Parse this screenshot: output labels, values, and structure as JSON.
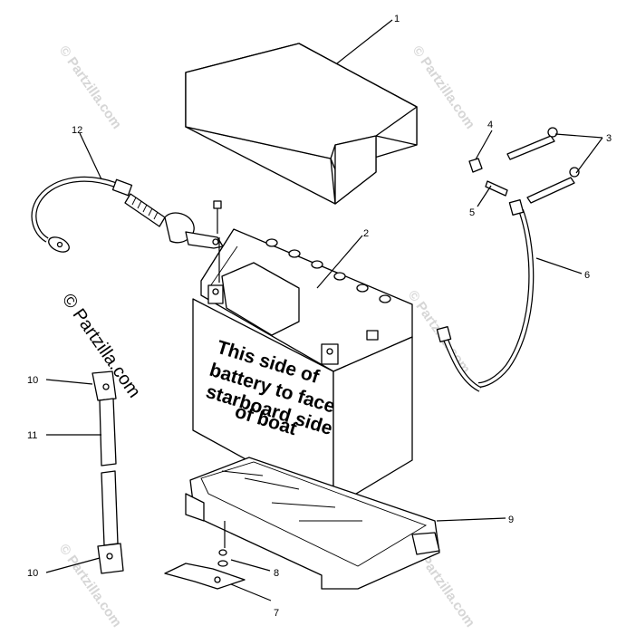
{
  "callouts": {
    "c1": "1",
    "c2": "2",
    "c3": "3",
    "c4": "4",
    "c5": "5",
    "c6": "6",
    "c7": "7",
    "c8": "8",
    "c9": "9",
    "c10a": "10",
    "c10b": "10",
    "c11": "11",
    "c12": "12"
  },
  "battery_label": {
    "line1": "This side of",
    "line2": "battery to face",
    "line3": "starboard side",
    "line4": "of boat"
  },
  "watermarks": {
    "wm_main": "© Partzilla.com",
    "wm_faint": "© Partzilla.com"
  }
}
